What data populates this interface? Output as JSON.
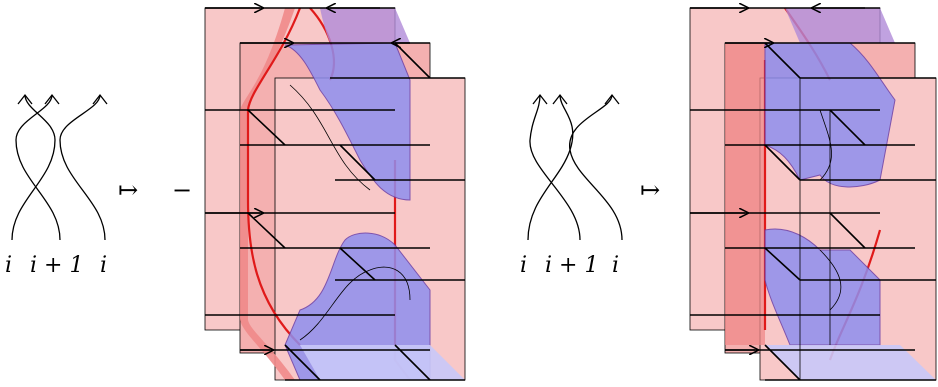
{
  "left_braid": {
    "labels": [
      "i",
      "i + 1",
      "i"
    ]
  },
  "left_map": {
    "arrow": "↦",
    "sign": "−"
  },
  "right_braid": {
    "labels": [
      "i",
      "i + 1",
      "i"
    ]
  },
  "right_map": {
    "arrow": "↦"
  },
  "colors": {
    "sheet_fill": "#f8c8c8",
    "sheet_mid": "#f08a8a",
    "seam_red": "#e01a1a",
    "blue_fill": "#8f8fee",
    "purple_fill": "#b08bd8",
    "ink": "#000000"
  }
}
